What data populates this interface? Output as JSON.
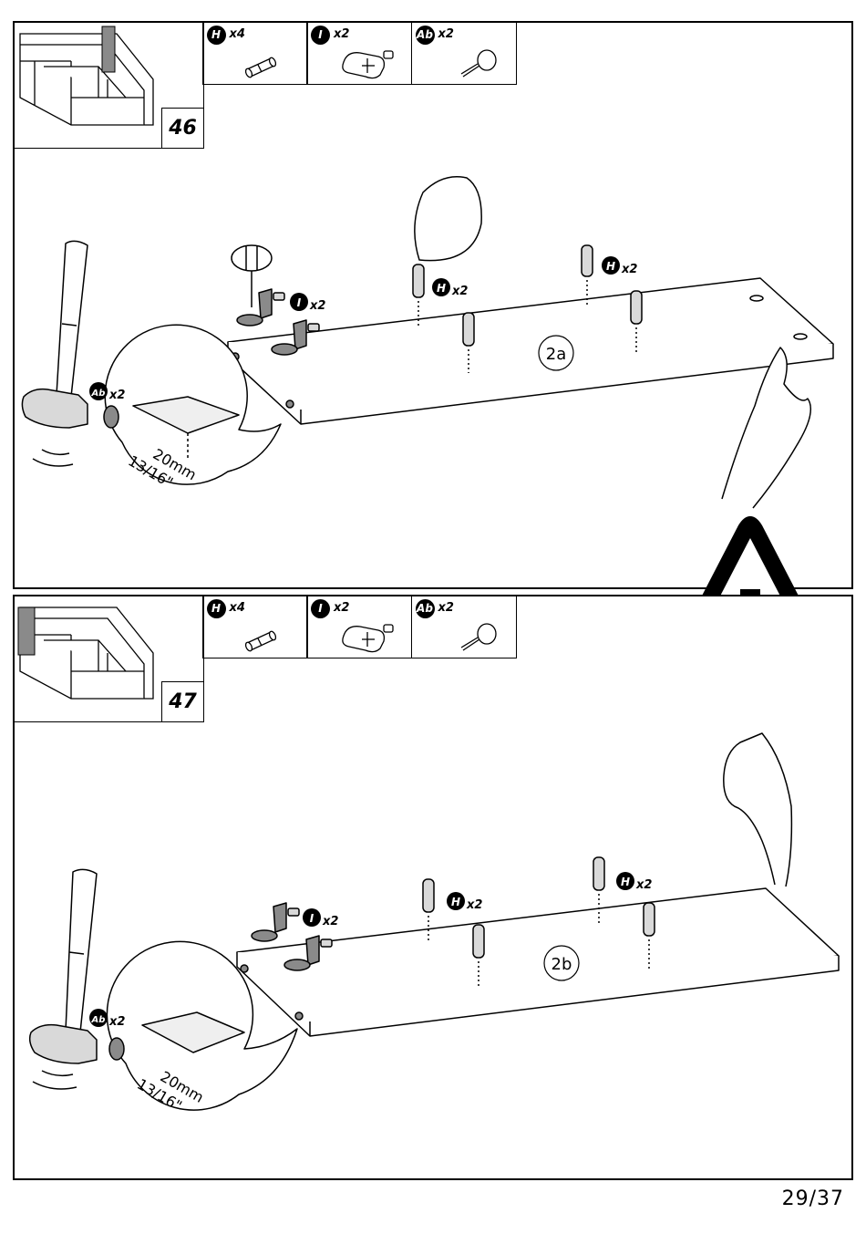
{
  "steps": [
    {
      "number": "46",
      "sub_step": "2a",
      "parts": [
        {
          "code": "H",
          "qty": "x4",
          "icon": "dowel-icon"
        },
        {
          "code": "I",
          "qty": "x2",
          "icon": "shelf-support-icon"
        },
        {
          "code": "Ab",
          "qty": "x2",
          "icon": "nail-glide-icon"
        }
      ],
      "callouts": {
        "support": {
          "code": "I",
          "qty": "x2"
        },
        "dowel_a": {
          "code": "H",
          "qty": "x2"
        },
        "dowel_b": {
          "code": "H",
          "qty": "x2"
        },
        "glide": {
          "code": "Ab",
          "qty": "x2"
        }
      },
      "measure": {
        "metric": "20mm",
        "imperial": "13/16\""
      }
    },
    {
      "number": "47",
      "sub_step": "2b",
      "parts": [
        {
          "code": "H",
          "qty": "x4",
          "icon": "dowel-icon"
        },
        {
          "code": "I",
          "qty": "x2",
          "icon": "shelf-support-icon"
        },
        {
          "code": "Ab",
          "qty": "x2",
          "icon": "nail-glide-icon"
        }
      ],
      "callouts": {
        "support": {
          "code": "I",
          "qty": "x2"
        },
        "dowel_a": {
          "code": "H",
          "qty": "x2"
        },
        "dowel_b": {
          "code": "H",
          "qty": "x2"
        },
        "glide": {
          "code": "Ab",
          "qty": "x2"
        }
      },
      "measure": {
        "metric": "20mm",
        "imperial": "13/16\""
      }
    }
  ],
  "page_number": "29/37",
  "colors": {
    "ink": "#000000",
    "paper": "#ffffff",
    "part_fill": "#d9d9d9"
  }
}
